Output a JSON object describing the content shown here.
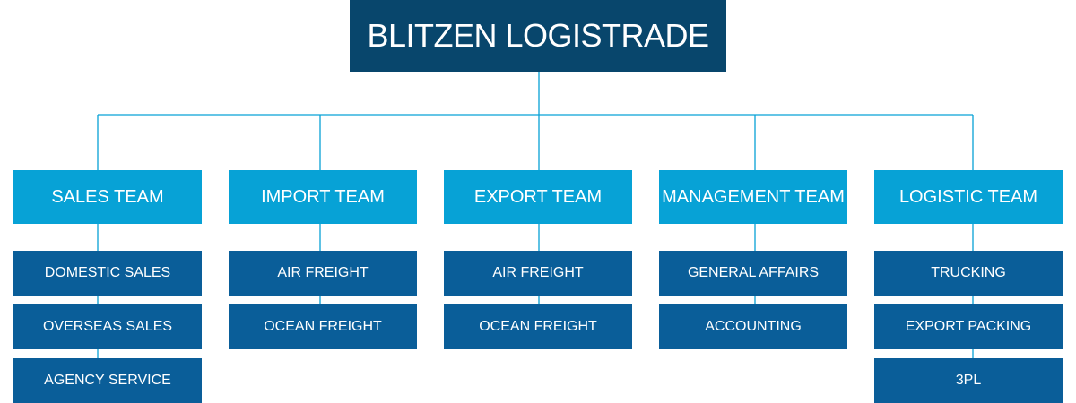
{
  "company": "BLITZEN LOGISTRADE",
  "colors": {
    "root": "#08466c",
    "team": "#07a2d6",
    "sub": "#0a5e99",
    "line": "#07a2d6"
  },
  "teams": [
    {
      "name": "SALES TEAM",
      "items": [
        "DOMESTIC SALES",
        "OVERSEAS SALES",
        "AGENCY SERVICE"
      ]
    },
    {
      "name": "IMPORT TEAM",
      "items": [
        "AIR FREIGHT",
        "OCEAN FREIGHT"
      ]
    },
    {
      "name": "EXPORT TEAM",
      "items": [
        "AIR FREIGHT",
        "OCEAN FREIGHT"
      ]
    },
    {
      "name": "MANAGEMENT TEAM",
      "items": [
        "GENERAL AFFAIRS",
        "ACCOUNTING"
      ]
    },
    {
      "name": "LOGISTIC TEAM",
      "items": [
        "TRUCKING",
        "EXPORT PACKING",
        "3PL"
      ]
    }
  ]
}
